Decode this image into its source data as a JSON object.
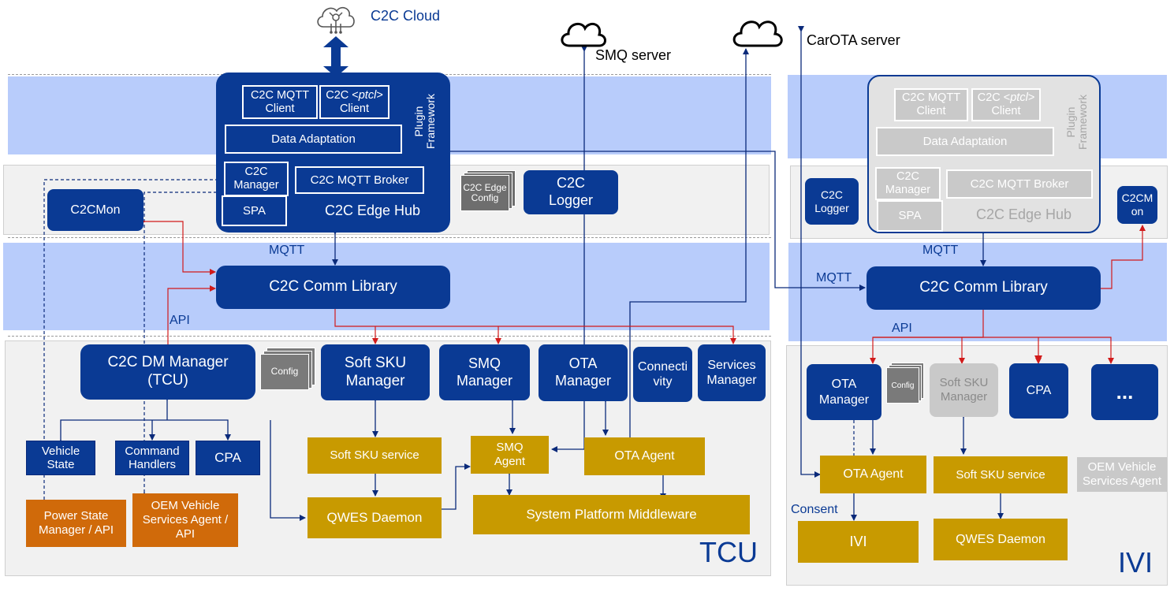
{
  "cloud": {
    "label": "C2C Cloud",
    "smq": "SMQ server",
    "carota": "CarOTA server"
  },
  "tcu": {
    "region_label": "TCU",
    "hub": {
      "mqtt_client": "C2C MQTT\nClient",
      "ptcl_client_pre": "C2C <",
      "ptcl_client_em": "ptcl",
      "ptcl_client_post": ">\nClient",
      "plugin_framework": "Plugin\nFramework",
      "data_adaptation": "Data Adaptation",
      "c2c_manager": "C2C\nManager",
      "mqtt_broker": "C2C MQTT  Broker",
      "spa": "SPA",
      "title": "C2C Edge Hub"
    },
    "edge_config": "C2C Edge\nConfig",
    "logger": "C2C\nLogger",
    "c2cmon": "C2CMon",
    "mqtt_label": "MQTT",
    "comm_library": "C2C Comm  Library",
    "api_label": "API",
    "dm_manager": "C2C DM Manager\n(TCU)",
    "config": "Config",
    "soft_sku_manager": "Soft SKU\nManager",
    "smq_manager": "SMQ\nManager",
    "ota_manager": "OTA\nManager",
    "connectivity": "Connecti\nvity",
    "services_manager": "Services\nManager",
    "vehicle_state": "Vehicle\nState",
    "command_handlers": "Command\nHandlers",
    "cpa": "CPA",
    "soft_sku_service": "Soft SKU service",
    "smq_agent": "SMQ\nAgent",
    "ota_agent": "OTA  Agent",
    "qwes_daemon": "QWES Daemon",
    "system_platform": "System Platform Middleware",
    "power_state": "Power State\nManager / API",
    "oem_agent": "OEM Vehicle\nServices Agent /\nAPI"
  },
  "ivi": {
    "region_label": "IVI",
    "hub": {
      "mqtt_client": "C2C MQTT\nClient",
      "ptcl_client_pre": "C2C <",
      "ptcl_client_em": "ptcl",
      "ptcl_client_post": ">\nClient",
      "plugin_framework": "Plugin\nFramework",
      "data_adaptation": "Data Adaptation",
      "c2c_manager": "C2C\nManager",
      "mqtt_broker": "C2C MQTT  Broker",
      "spa": "SPA",
      "title": "C2C Edge Hub"
    },
    "logger": "C2C\nLogger",
    "c2cmon": "C2CM\non",
    "mqtt_label": "MQTT",
    "mqtt_label_left": "MQTT",
    "comm_library": "C2C Comm  Library",
    "api_label": "API",
    "ota_manager": "OTA\nManager",
    "config": "Config",
    "soft_sku_manager": "Soft SKU\nManager",
    "cpa": "CPA",
    "more": "...",
    "oem_agent": "OEM Vehicle\nServices Agent",
    "ota_agent": "OTA  Agent",
    "soft_sku_service": "Soft SKU service",
    "consent": "Consent",
    "ivi_box": "IVI",
    "qwes_daemon": "QWES Daemon"
  },
  "colors": {
    "navy": "#0a3a94",
    "gold": "#c89a00",
    "orange": "#d06a0a",
    "band_blue": "#b8ccfb",
    "red": "#d11a1a",
    "gray": "#c9c9c9"
  }
}
